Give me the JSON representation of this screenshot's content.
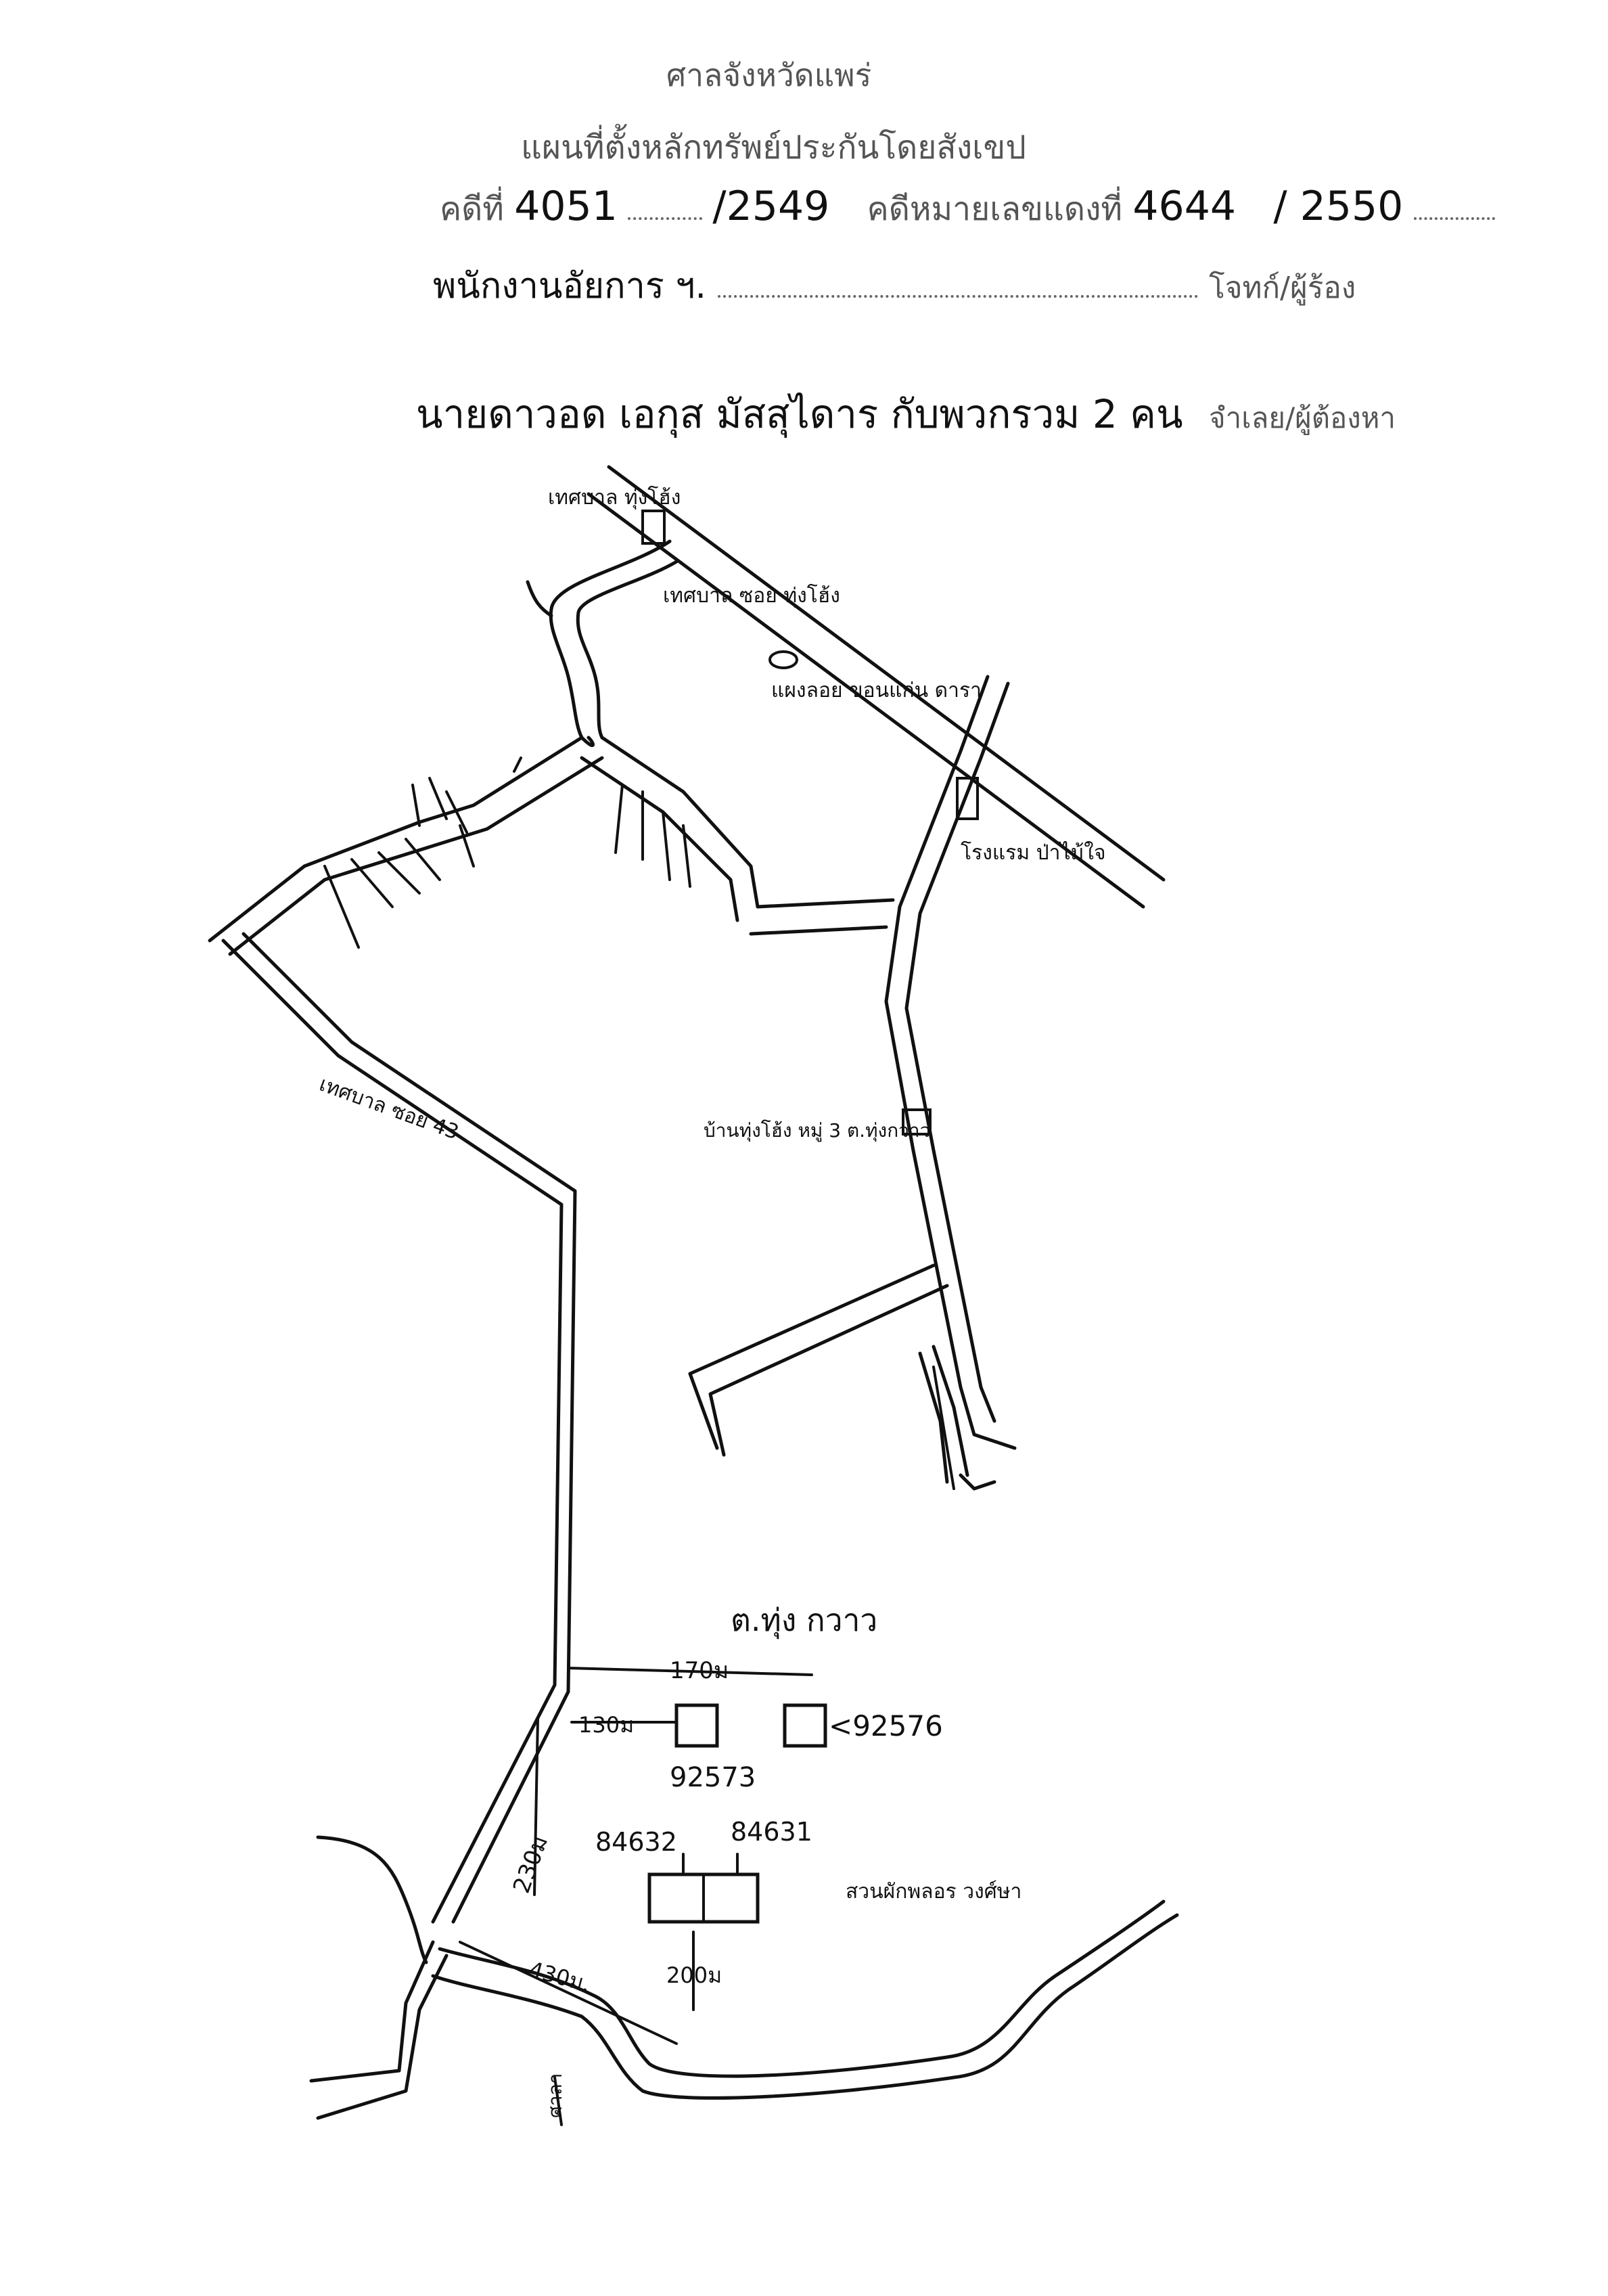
{
  "header": {
    "court": "ศาลจังหวัดแพร่",
    "map_title": "แผนที่ตั้งหลักทรัพย์ประกันโดยสังเขป",
    "case_black_prefix": "คดีที่",
    "case_black_no": "4051",
    "case_black_year": "/2549",
    "case_red_prefix": "คดีหมายเลขแดงที่",
    "case_red_no": "4644",
    "case_red_year": "/ 2550",
    "plaintiff": "พนักงานอัยการ ฯ.",
    "plaintiff_role": "โจทก์/ผู้ร้อง",
    "defendant": "นายดาวอด เอกุส มัสสุไดาร กับพวกรวม 2 คน",
    "defendant_role": "จำเลย/ผู้ต้องหา"
  },
  "map": {
    "labels": {
      "municipal_office": "เทศบาล ทุ่งโฮ้ง",
      "municipal_road": "เทศบาล ซอย ทุ่งโฮ้ง",
      "hotel_kitchen": "แผงลอย ขอนแก่น ดารา",
      "hotel": "โรงแรม ป่าไม้ใจ",
      "soi43": "เทศบาล ซอย 43",
      "village": "บ้านทุ่งโฮ้ง หมู่ 3 ต.ทุ่งกวาว",
      "subdistrict": "ต.ทุ่ง กวาว",
      "dist_170": "170ม",
      "dist_130": "130ม",
      "dist_230": "230ม",
      "dist_430": "430ม.",
      "dist_200": "200ม",
      "parcel_92573": "92573",
      "parcel_92576": "<92576",
      "parcel_84632": "84632",
      "parcel_84631": "84631",
      "orchard": "สวนผักพลอร วงศ์ษา",
      "gate": "ศาลา"
    }
  }
}
